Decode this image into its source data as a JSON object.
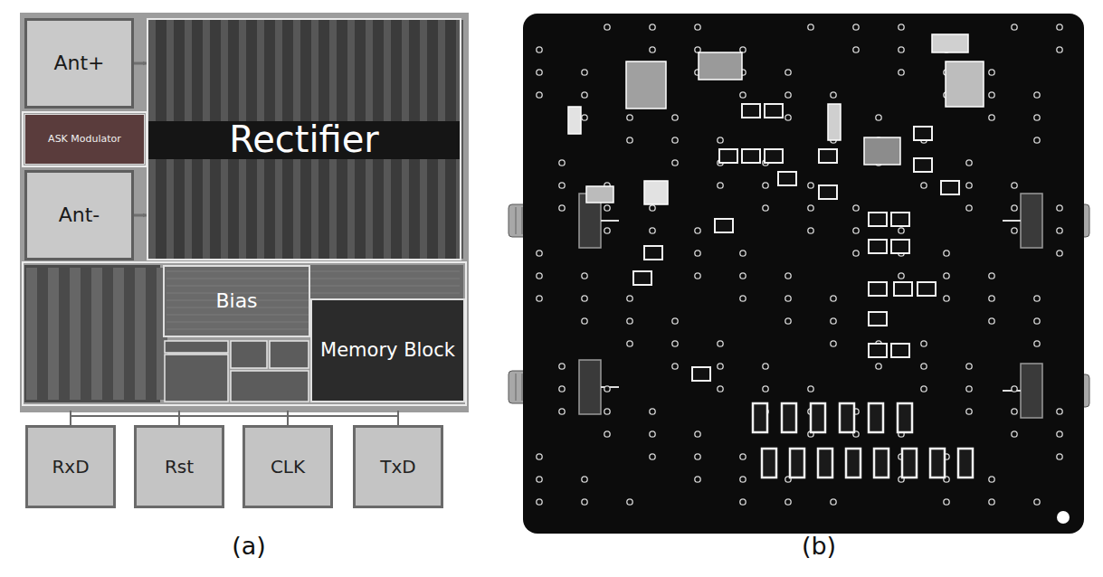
{
  "diagram": {
    "nodes": [
      {
        "text": [
          "Ant+"
        ]
      },
      {
        "text": [
          "ASK Modulator"
        ]
      },
      {
        "text": [
          "Ant-"
        ]
      },
      {
        "text": [
          "Rectifier"
        ]
      },
      {
        "text": [
          "Bias"
        ]
      },
      {
        "text": [
          "Memory Block"
        ]
      },
      {
        "text": [
          "RxD"
        ]
      },
      {
        "text": [
          "Rst"
        ]
      },
      {
        "text": [
          "CLK"
        ]
      },
      {
        "text": [
          "TxD"
        ]
      }
    ],
    "edges": [
      {
        "from": 0,
        "to": 3,
        "arrow": "to"
      },
      {
        "from": 2,
        "to": 3,
        "arrow": "to"
      }
    ],
    "labels": [
      "(a)",
      "(b)"
    ]
  }
}
